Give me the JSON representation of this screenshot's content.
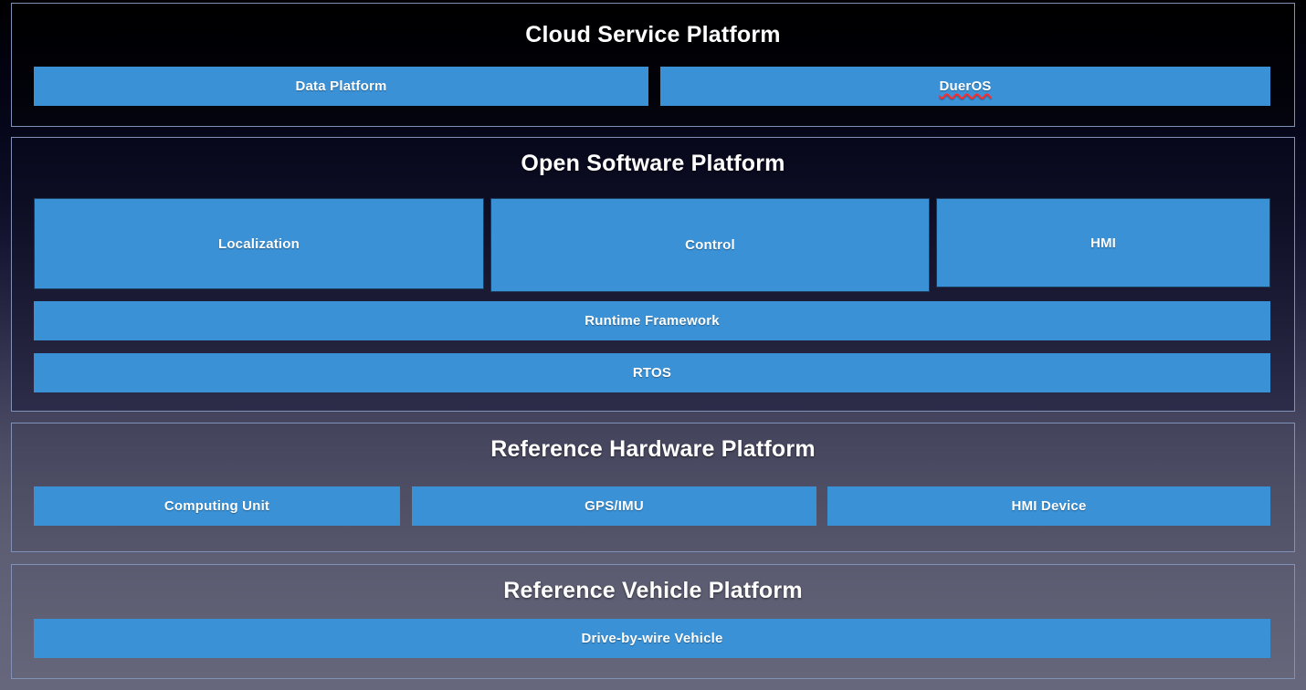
{
  "theme": {
    "box_blue": "#3a91d6",
    "section_border": "#8092b8",
    "title_color": "#ffffff",
    "spellcheck_underline": "#ff2d2d"
  },
  "sections": [
    {
      "id": "cloud",
      "title": "Cloud Service Platform",
      "boxes": [
        {
          "label": "Data Platform",
          "misspelled": false
        },
        {
          "label": "DuerOS",
          "misspelled": true
        }
      ]
    },
    {
      "id": "open_software",
      "title": "Open Software Platform",
      "boxes": [
        {
          "label": "Localization",
          "misspelled": false
        },
        {
          "label": "Control",
          "misspelled": false
        },
        {
          "label": "HMI",
          "misspelled": false
        },
        {
          "label": "Runtime Framework",
          "misspelled": false
        },
        {
          "label": "RTOS",
          "misspelled": false
        }
      ]
    },
    {
      "id": "reference_hardware",
      "title": "Reference Hardware Platform",
      "boxes": [
        {
          "label": "Computing Unit",
          "misspelled": false
        },
        {
          "label": "GPS/IMU",
          "misspelled": false
        },
        {
          "label": "HMI Device",
          "misspelled": false
        }
      ]
    },
    {
      "id": "reference_vehicle",
      "title": "Reference Vehicle Platform",
      "boxes": [
        {
          "label": "Drive-by-wire Vehicle",
          "misspelled": false
        }
      ]
    }
  ]
}
